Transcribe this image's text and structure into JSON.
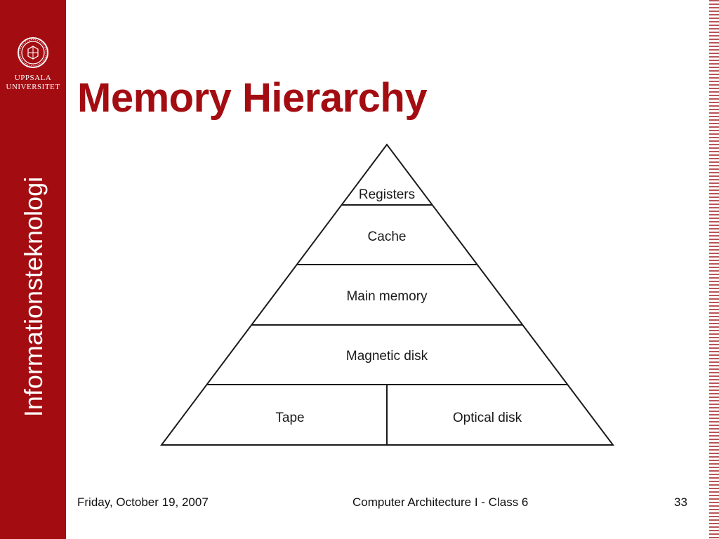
{
  "sidebar": {
    "logo_line1": "UPPSALA",
    "logo_line2": "UNIVERSITET",
    "vertical_label": "Informationsteknologi"
  },
  "slide": {
    "title": "Memory Hierarchy"
  },
  "diagram": {
    "levels": [
      {
        "label": "Registers"
      },
      {
        "label": "Cache"
      },
      {
        "label": "Main memory"
      },
      {
        "label": "Magnetic disk"
      },
      {
        "label": "Tape"
      },
      {
        "label": "Optical disk"
      }
    ]
  },
  "footer": {
    "date": "Friday, October 19, 2007",
    "course": "Computer Architecture I - Class 6",
    "page": "33"
  },
  "colors": {
    "brand_red": "#a30d12",
    "stripe_red": "#b85558"
  }
}
